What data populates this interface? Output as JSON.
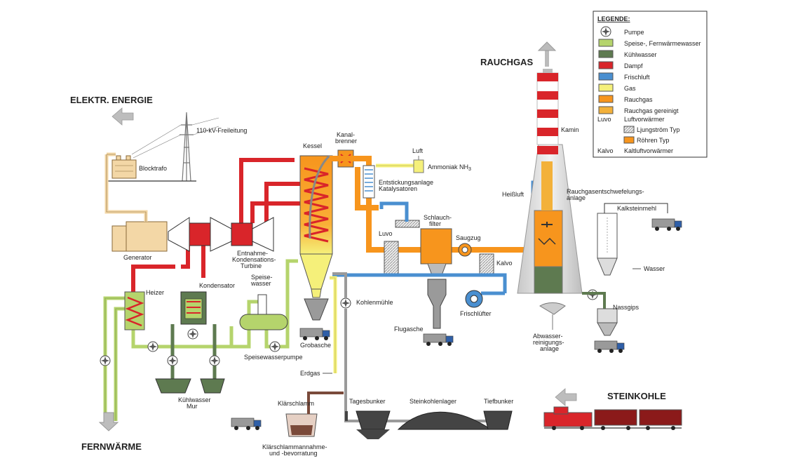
{
  "legend": {
    "title": "LEGENDE:",
    "items": [
      {
        "label": "Pumpe",
        "color": "pump"
      },
      {
        "label": "Speise-, Fernwärmewasser",
        "color": "#b5d46c"
      },
      {
        "label": "Kühlwasser",
        "color": "#5e7a50"
      },
      {
        "label": "Dampf",
        "color": "#d9252a"
      },
      {
        "label": "Frischluft",
        "color": "#4a8fd0"
      },
      {
        "label": "Gas",
        "color": "#f5f07a"
      },
      {
        "label": "Rauchgas",
        "color": "#f7951d"
      },
      {
        "label": "Rauchgas gereinigt",
        "color": "#f3b13a"
      }
    ],
    "luvo_abbr": "Luvo",
    "luvo_text": "Luftvorwärmer",
    "ljung_text": "Ljungström Typ",
    "roehren_text": "Röhren Typ",
    "kalvo_abbr": "Kalvo",
    "kalvo_text": "Kaltluftvorwärmer"
  },
  "labels": {
    "elektr_energie": "ELEKTR. ENERGIE",
    "freileitung": "110-kV-Freileitung",
    "blocktrafo": "Blocktrafo",
    "generator": "Generator",
    "turbine_1": "Entnahme-",
    "turbine_2": "Kondensations-",
    "turbine_3": "Turbine",
    "kessel": "Kessel",
    "kanalbrenner_1": "Kanal-",
    "kanalbrenner_2": "brenner",
    "luft": "Luft",
    "ammoniak": "Ammoniak NH",
    "ammoniak_sub": "3",
    "entstickung_1": "Entstickungsanlage",
    "entstickung_2": "Katalysatoren",
    "schlauchfilter_1": "Schlauch-",
    "schlauchfilter_2": "filter",
    "luvo": "Luvo",
    "saugzug": "Saugzug",
    "kalvo": "Kalvo",
    "heissluft": "Heißluft",
    "rauchgas": "RAUCHGAS",
    "kamin": "Kamin",
    "rea_1": "Rauchgasentschwefelungs-",
    "rea_2": "anlage",
    "kalksteinmehl": "Kalksteinmehl",
    "wasser": "Wasser",
    "nassgips": "Nassgips",
    "abwasser_1": "Abwasser-",
    "abwasser_2": "reinigungs-",
    "abwasser_3": "anlage",
    "heizer": "Heizer",
    "kondensator": "Kondensator",
    "speisewasser_1": "Speise-",
    "speisewasser_2": "wasser",
    "kohlenmuehle": "Kohlenmühle",
    "frischluefter": "Frischlüfter",
    "flugasche": "Flugasche",
    "grobasche": "Grobasche",
    "speisewasserpumpe": "Speisewasserpumpe",
    "erdgas": "Erdgas",
    "kuehlwasser_1": "Kühlwasser",
    "kuehlwasser_2": "Mur",
    "fernwaerme": "FERNWÄRME",
    "klaerschlamm": "Klärschlamm",
    "tagesbunker": "Tagesbunker",
    "steinkohlenlager": "Steinkohlenlager",
    "tiefbunker": "Tiefbunker",
    "steinkohle": "STEINKOHLE",
    "klaer_annahme_1": "Klärschlammannahme-",
    "klaer_annahme_2": "und -bevorratung"
  }
}
